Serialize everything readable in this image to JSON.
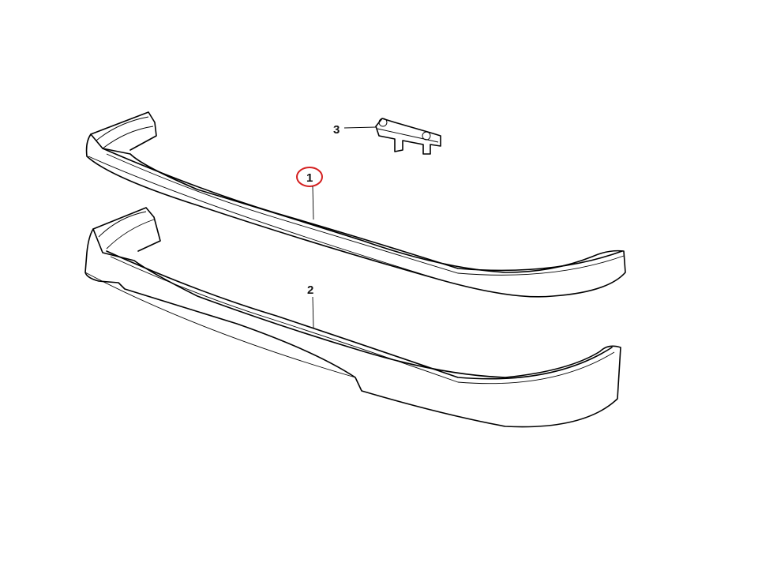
{
  "diagram": {
    "callouts": [
      {
        "number": "1",
        "highlighted": true
      },
      {
        "number": "2",
        "highlighted": false
      },
      {
        "number": "3",
        "highlighted": false
      }
    ],
    "colors": {
      "line": "#000000",
      "highlight_circle": "#d42020",
      "background": "#ffffff"
    }
  }
}
